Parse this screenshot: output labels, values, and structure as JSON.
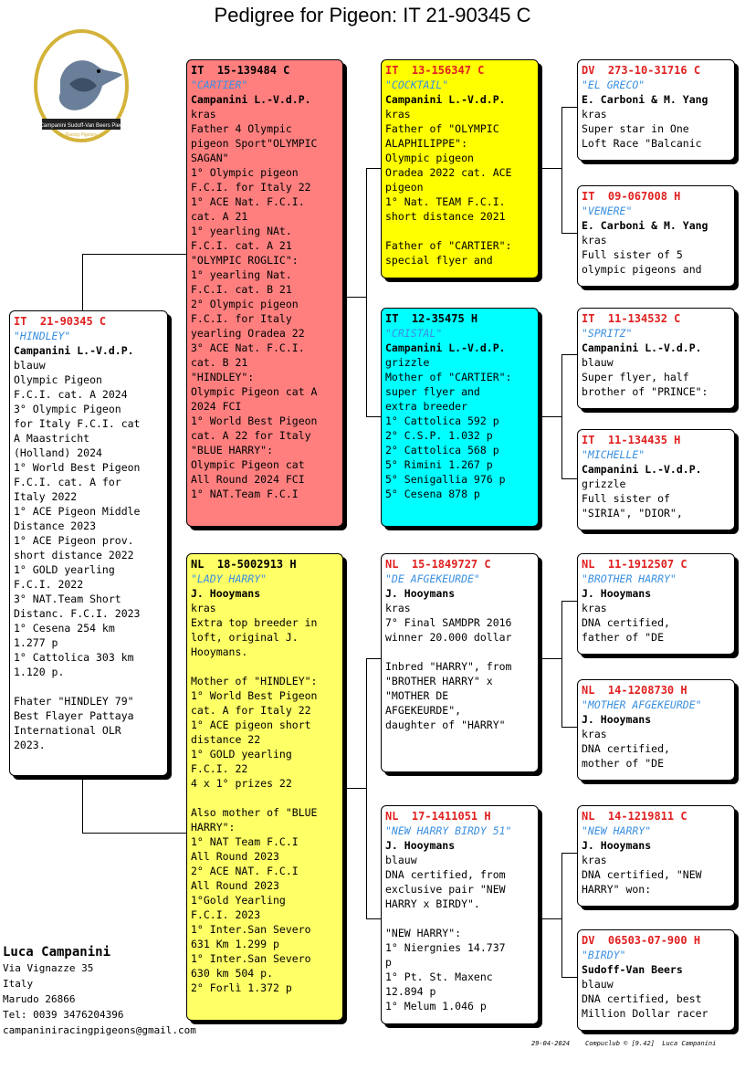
{
  "title": "Pedigree for Pigeon: IT  21-90345 C",
  "logo": {
    "text1": "Campanini Sudoff-Van Beers Pied",
    "text2": "Racing Pigeons"
  },
  "subject": {
    "ring": "IT  21-90345 C",
    "name": "\"HINDLEY\"",
    "breeder": "Campanini L.-V.d.P.",
    "color": "blauw",
    "note": "Olympic Pigeon\nF.C.I. cat. A 2024\n3° Olympic Pigeon\nfor Italy F.C.I. cat\nA Maastricht\n(Holland) 2024\n1° World Best Pigeon\nF.C.I. cat. A for\nItaly 2022\n1° ACE Pigeon Middle\nDistance 2023\n1° ACE Pigeon prov.\nshort distance 2022\n1° GOLD yearling\nF.C.I. 2022\n3° NAT.Team Short\nDistanc. F.C.I. 2023\n1° Cesena 254 km\n1.277 p\n1° Cattolica 303 km\n1.120 p.\n\nFhater \"HINDLEY 79\"\nBest Flayer Pattaya\nInternational OLR\n2023."
  },
  "sire": {
    "ring": "IT  15-139484 C",
    "name": "\"CARTIER\"",
    "breeder": "Campanini L.-V.d.P.",
    "color": "kras",
    "note": "Father 4 Olympic\npigeon Sport\"OLYMPIC\nSAGAN\"\n1° Olympic pigeon\nF.C.I. for Italy 22\n1° ACE Nat. F.C.I.\ncat. A 21\n1° yearling NAt.\nF.C.I. cat. A 21\n\"OLYMPIC ROGLIC\":\n1° yearling Nat.\nF.C.I. cat. B 21\n2° Olympic pigeon\nF.C.I. for Italy\nyearling Oradea 22\n3° ACE Nat. F.C.I.\ncat. B 21\n\"HINDLEY\":\nOlympic Pigeon cat A\n2024 FCI\n1° World Best Pigeon\ncat. A 22 for Italy\n\"BLUE HARRY\":\nOlympic Pigeon cat\nAll Round 2024 FCI\n1° NAT.Team F.C.I"
  },
  "dam": {
    "ring": "NL  18-5002913 H",
    "name": "\"LADY HARRY\"",
    "breeder": "J. Hooymans",
    "color": "kras",
    "note": "Extra top breeder in\nloft, original J.\nHooymans.\n\nMother of \"HINDLEY\":\n1° World Best Pigeon\ncat. A for Italy 22\n1° ACE pigeon short\ndistance 22\n1° GOLD yearling\nF.C.I. 22\n4 x 1° prizes 22\n\nAlso mother of \"BLUE\nHARRY\":\n1° NAT Team F.C.I\nAll Round 2023\n2° ACE NAT. F.C.I\nAll Round 2023\n1°Gold Yearling\nF.C.I. 2023\n1° Inter.San Severo\n631 Km 1.299 p\n1° Inter.San Severo\n630 km 504 p.\n2° Forlì 1.372 p"
  },
  "ss": {
    "ring": "IT  13-156347 C",
    "name": "\"COCKTAIL\"",
    "breeder": "Campanini L.-V.d.P.",
    "color": "kras",
    "note": "Father of \"OLYMPIC\nALAPHILIPPE\":\nOlympic pigeon\nOradea 2022 cat. ACE\npigeon\n1° Nat. TEAM F.C.I.\nshort distance 2021\n\nFather of \"CARTIER\":\nspecial flyer and"
  },
  "sd": {
    "ring": "IT  12-35475 H",
    "name": "\"CRISTAL\"",
    "breeder": "Campanini L.-V.d.P.",
    "color": "grizzle",
    "note": "Mother of \"CARTIER\":\nsuper flyer and\nextra breeder\n1° Cattolica 592 p\n2° C.S.P. 1.032 p\n2° Cattolica 568 p\n5° Rimini 1.267 p\n5° Senigallia 976 p\n5° Cesena 878 p"
  },
  "ds": {
    "ring": "NL  15-1849727 C",
    "name": "\"DE AFGEKEURDE\"",
    "breeder": "J. Hooymans",
    "color": "kras",
    "note": "7° Final SAMDPR 2016\nwinner 20.000 dollar\n\nInbred \"HARRY\", from\n\"BROTHER HARRY\" x\n\"MOTHER DE\nAFGEKEURDE\",\ndaughter of \"HARRY\""
  },
  "dd": {
    "ring": "NL  17-1411051 H",
    "name": "\"NEW HARRY BIRDY 51\"",
    "breeder": "J. Hooymans",
    "color": "blauw",
    "note": "DNA certified, from\nexclusive pair \"NEW\nHARRY x BIRDY\".\n\n\"NEW HARRY\":\n1° Niergnies 14.737\np\n1° Pt. St. Maxenc\n12.894 p\n1° Melum 1.046 p"
  },
  "sss": {
    "ring": "DV  273-10-31716 C",
    "name": "\"EL GRECO\"",
    "breeder": "E. Carboni & M. Yang",
    "color": "kras",
    "note": "Super star in One\nLoft Race \"Balcanic"
  },
  "ssd": {
    "ring": "IT  09-067008 H",
    "name": "\"VENERE\"",
    "breeder": "E. Carboni & M. Yang",
    "color": "kras",
    "note": "Full sister of 5\nolympic pigeons and"
  },
  "sds": {
    "ring": "IT  11-134532 C",
    "name": "\"SPRITZ\"",
    "breeder": "Campanini L.-V.d.P.",
    "color": "blauw",
    "note": "Super flyer, half\nbrother of \"PRINCE\":"
  },
  "sdd": {
    "ring": "IT  11-134435 H",
    "name": "\"MICHELLE\"",
    "breeder": "Campanini L.-V.d.P.",
    "color": "grizzle",
    "note": "Full sister of\n\"SIRIA\", \"DIOR\","
  },
  "dss": {
    "ring": "NL  11-1912507 C",
    "name": "\"BROTHER HARRY\"",
    "breeder": "J. Hooymans",
    "color": "kras",
    "note": "DNA certified,\nfather of \"DE"
  },
  "dsd": {
    "ring": "NL  14-1208730 H",
    "name": "\"MOTHER AFGEKEURDE\"",
    "breeder": "J. Hooymans",
    "color": "kras",
    "note": "DNA certified,\nmother of \"DE"
  },
  "dds": {
    "ring": "NL  14-1219811 C",
    "name": "\"NEW HARRY\"",
    "breeder": "J. Hooymans",
    "color": "kras",
    "note": "DNA certified, \"NEW\nHARRY\" won:"
  },
  "ddd": {
    "ring": "DV  06503-07-900 H",
    "name": "\"BIRDY\"",
    "breeder": "Sudoff-Van Beers",
    "color": "blauw",
    "note": "DNA certified, best\nMillion Dollar racer"
  },
  "owner": {
    "name": "Luca Campanini",
    "street": "Via Vignazze 35",
    "country": "Italy",
    "city": "Marudo 26866",
    "tel": "Tel: 0039 3476204396",
    "email": "campaniniracingpigeons@gmail.com"
  },
  "footer": {
    "date": "29-04-2024",
    "software": "Compuclub © [9.42]  Luca Campanini"
  },
  "colors": {
    "sire_bg": "#ff7f7f",
    "ss_bg": "#ffff00",
    "sd_bg": "#00ffff",
    "dam_bg": "#ffff66",
    "ring": "#e02020",
    "name": "#3a8fe0"
  }
}
